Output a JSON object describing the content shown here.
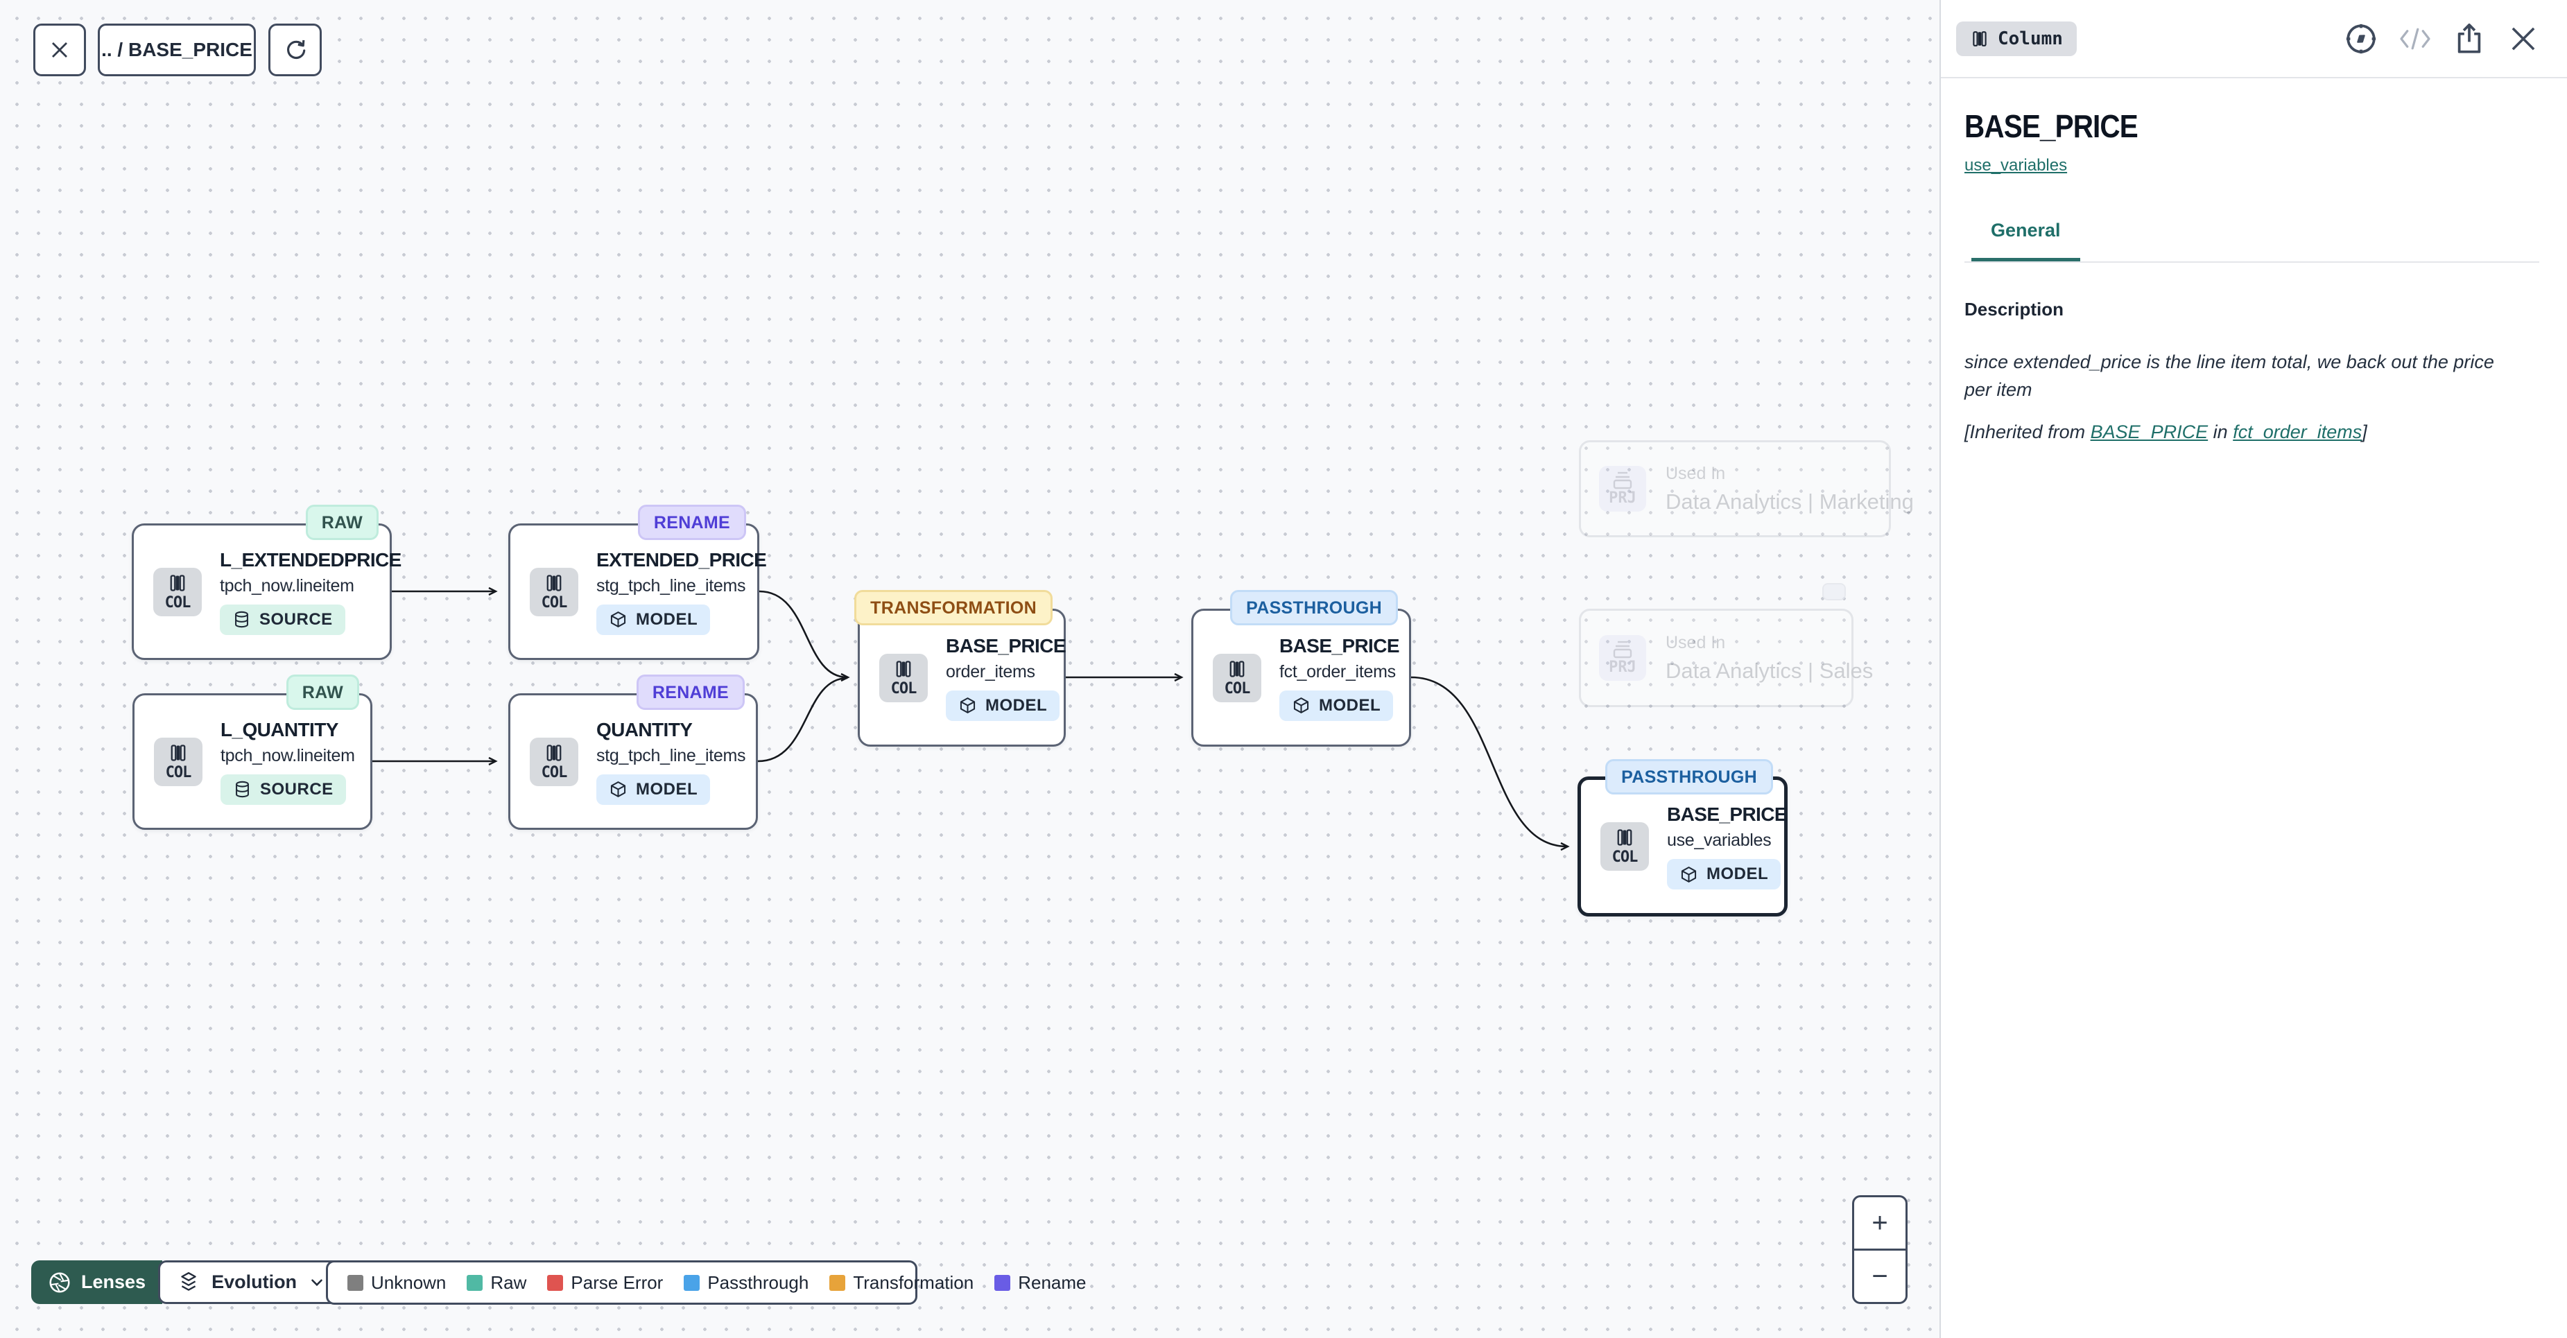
{
  "toolbar": {
    "breadcrumb": ".. / BASE_PRICE"
  },
  "nodes": [
    {
      "badge": "RAW",
      "title": "L_EXTENDEDPRICE",
      "subtitle": "tpch_now.lineitem",
      "kind": "COL",
      "type": "SOURCE"
    },
    {
      "badge": "RENAME",
      "title": "EXTENDED_PRICE",
      "subtitle": "stg_tpch_line_items",
      "kind": "COL",
      "type": "MODEL"
    },
    {
      "badge": "RAW",
      "title": "L_QUANTITY",
      "subtitle": "tpch_now.lineitem",
      "kind": "COL",
      "type": "SOURCE"
    },
    {
      "badge": "RENAME",
      "title": "QUANTITY",
      "subtitle": "stg_tpch_line_items",
      "kind": "COL",
      "type": "MODEL"
    },
    {
      "badge": "TRANSFORMATION",
      "title": "BASE_PRICE",
      "subtitle": "order_items",
      "kind": "COL",
      "type": "MODEL"
    },
    {
      "badge": "PASSTHROUGH",
      "title": "BASE_PRICE",
      "subtitle": "fct_order_items",
      "kind": "COL",
      "type": "MODEL"
    },
    {
      "badge": "PASSTHROUGH",
      "title": "BASE_PRICE",
      "subtitle": "use_variables",
      "kind": "COL",
      "type": "MODEL"
    }
  ],
  "ghost_nodes": [
    {
      "kind": "PRJ",
      "label": "Used In",
      "name": "Data Analytics | Marketing"
    },
    {
      "kind": "PRJ",
      "label": "Used In",
      "name": "Data Analytics | Sales"
    }
  ],
  "lenses": {
    "button_label": "Lenses",
    "selected_lens": "Evolution"
  },
  "legend": {
    "items": [
      {
        "label": "Unknown",
        "color": "#7f7f7f"
      },
      {
        "label": "Raw",
        "color": "#50b9a4"
      },
      {
        "label": "Parse Error",
        "color": "#df5450"
      },
      {
        "label": "Passthrough",
        "color": "#4aa3e8"
      },
      {
        "label": "Transformation",
        "color": "#e7a33a"
      },
      {
        "label": "Rename",
        "color": "#695ce5"
      }
    ]
  },
  "zoom_controls": {
    "zoom_in": "+",
    "zoom_out": "−"
  },
  "panel": {
    "entity_type": "Column",
    "title": "BASE_PRICE",
    "subtitle_link": "use_variables",
    "active_tab": "General",
    "description_label": "Description",
    "description_text": "since extended_price is the line item total, we back out the price per item",
    "inherited": {
      "prefix": "[Inherited from ",
      "link_column": "BASE_PRICE",
      "middle": " in ",
      "link_model": "fct_order_items",
      "suffix": "]"
    }
  },
  "colors": {
    "accent_teal": "#1f6f69",
    "lenses_button": "#2e5b50"
  }
}
